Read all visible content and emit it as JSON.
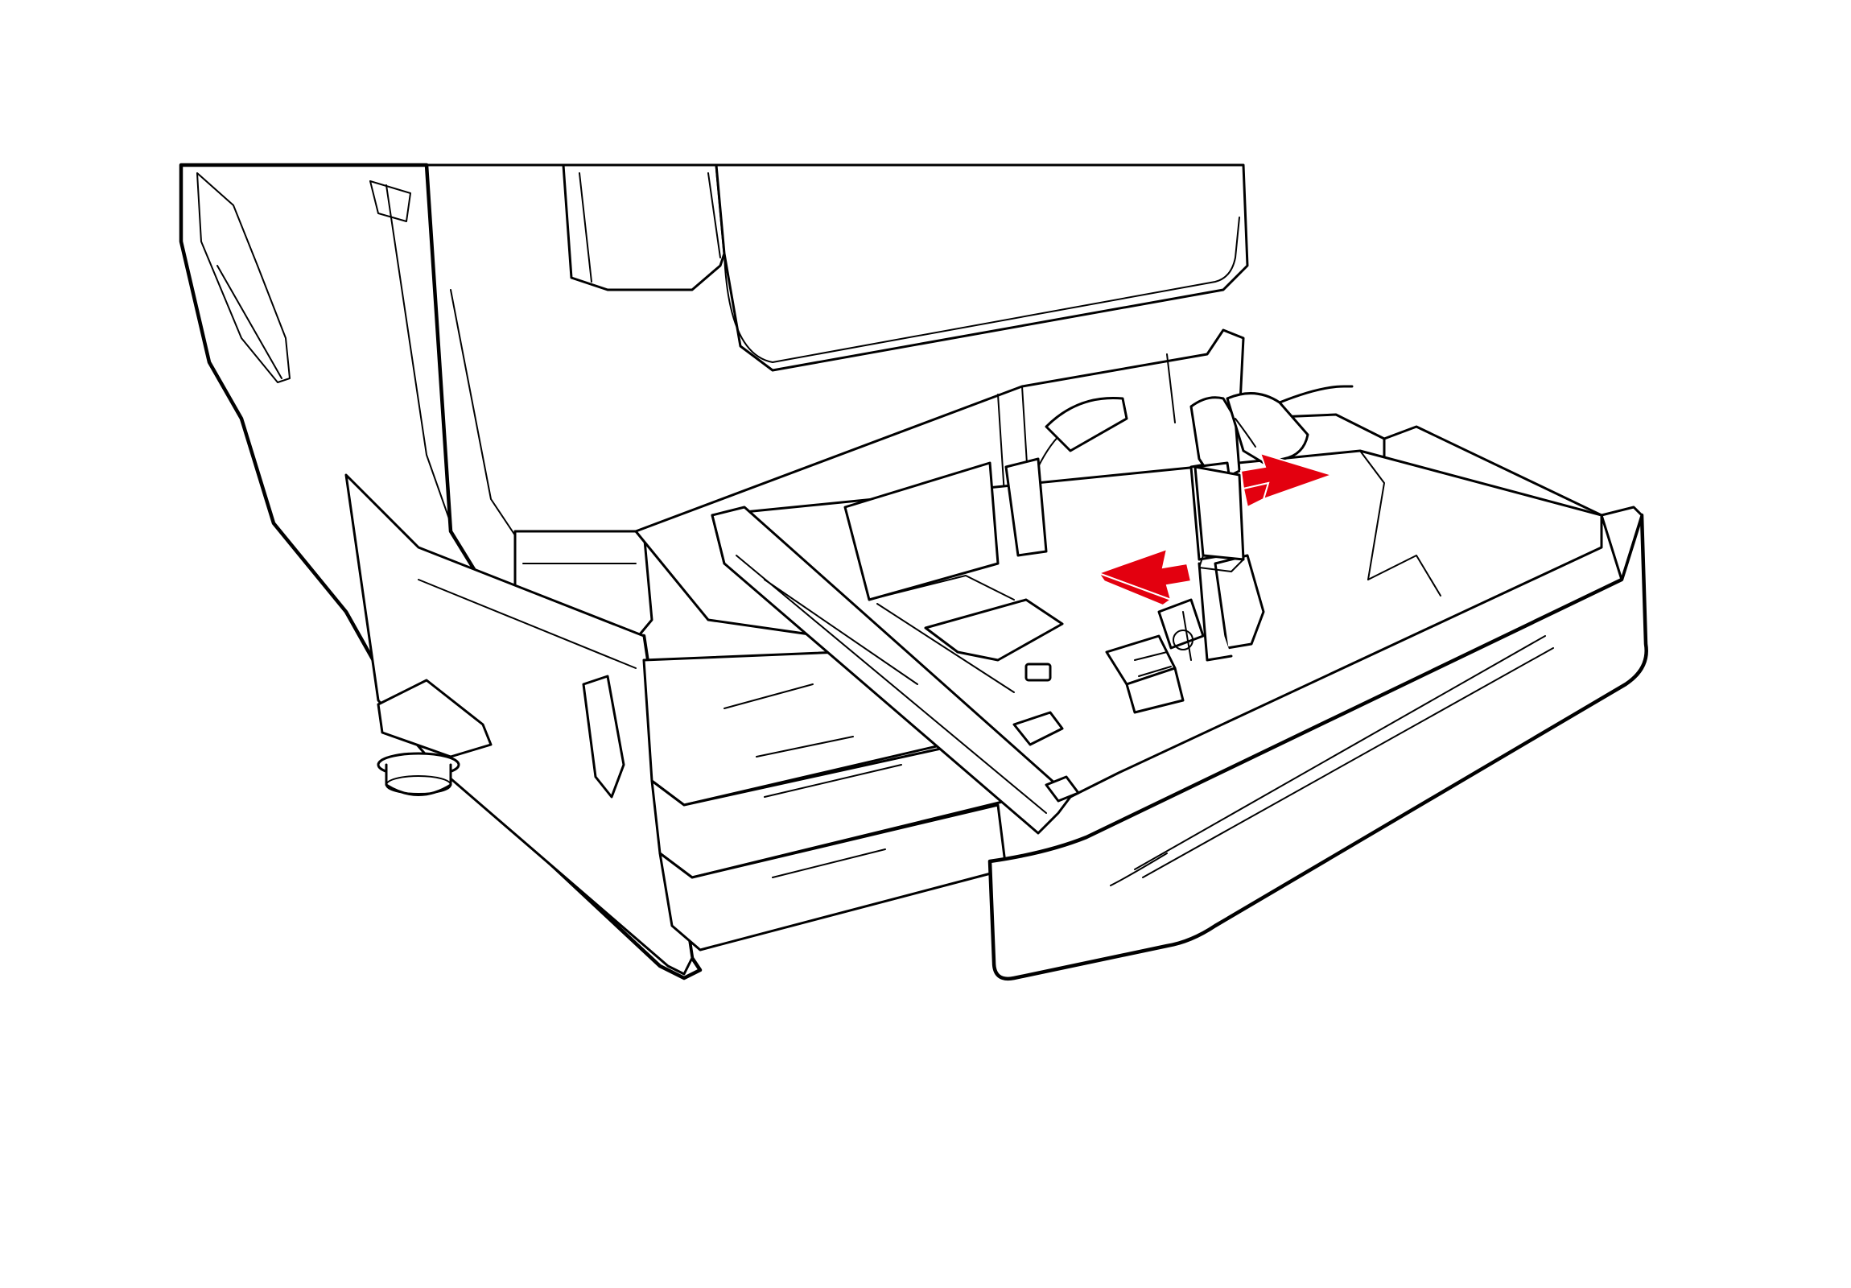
{
  "figure": {
    "subject": "printer-paper-tray-side-guide-adjustment",
    "line_color": "#000000",
    "background_color": "#ffffff",
    "arrow_color": "#e3000f",
    "arrow_edge_color": "#ffffff",
    "arrows": [
      {
        "name": "slide-guide-outward-arrow",
        "direction": "left"
      },
      {
        "name": "slide-guide-inward-arrow",
        "direction": "right"
      }
    ]
  }
}
